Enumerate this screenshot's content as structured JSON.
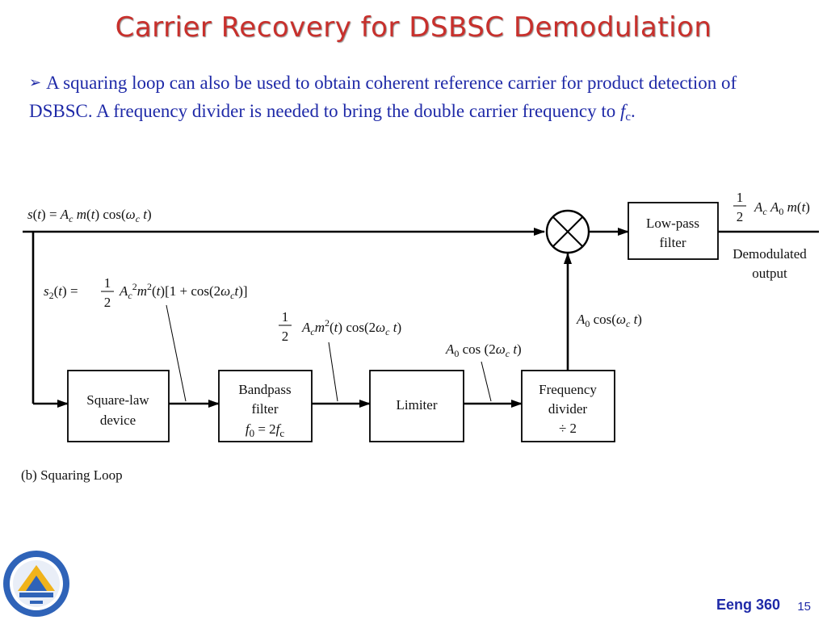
{
  "slide": {
    "title": "Carrier Recovery for DSBSC Demodulation",
    "bullet": {
      "text": "A squaring loop can also be used to obtain coherent reference carrier for product detection of DSBSC. A frequency divider is needed to bring the double carrier frequency to ",
      "fc_symbol": "f",
      "fc_sub": "c",
      "end": "."
    },
    "footer": {
      "course": "Eeng 360",
      "page": "15"
    },
    "colors": {
      "title": "#c8302c",
      "text": "#1f2aa8"
    }
  },
  "diagram": {
    "caption": "(b) Squaring Loop",
    "blocks": {
      "square_law": [
        "Square-law",
        "device"
      ],
      "bandpass": [
        "Bandpass",
        "filter"
      ],
      "limiter": "Limiter",
      "freq_divider": [
        "Frequency",
        "divider",
        "÷ 2"
      ],
      "lowpass": [
        "Low-pass",
        "filter"
      ]
    },
    "bandpass_param": {
      "sym": "f",
      "sub": "0",
      "eq": " = 2",
      "sym2": "f",
      "sub2": "c"
    },
    "output_label": [
      "Demodulated",
      "output"
    ]
  }
}
